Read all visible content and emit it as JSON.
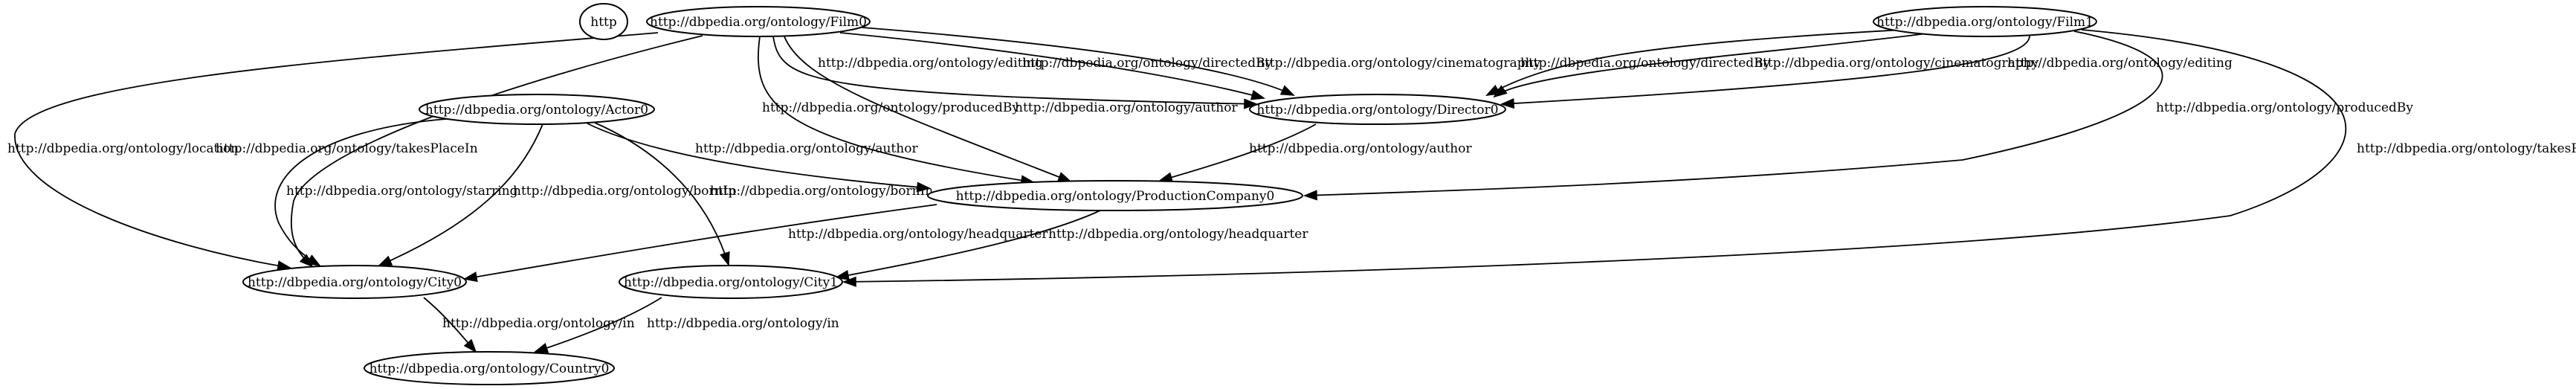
{
  "graph": {
    "nodes": [
      {
        "id": "http",
        "label": "http"
      },
      {
        "id": "film0",
        "label": "http://dbpedia.org/ontology/Film0"
      },
      {
        "id": "film1",
        "label": "http://dbpedia.org/ontology/Film1"
      },
      {
        "id": "actor0",
        "label": "http://dbpedia.org/ontology/Actor0"
      },
      {
        "id": "director0",
        "label": "http://dbpedia.org/ontology/Director0"
      },
      {
        "id": "prodco0",
        "label": "http://dbpedia.org/ontology/ProductionCompany0"
      },
      {
        "id": "city0",
        "label": "http://dbpedia.org/ontology/City0"
      },
      {
        "id": "city1",
        "label": "http://dbpedia.org/ontology/City1"
      },
      {
        "id": "country0",
        "label": "http://dbpedia.org/ontology/Country0"
      }
    ],
    "edges": [
      {
        "from": "film0",
        "to": "city0",
        "label": "http://dbpedia.org/ontology/location"
      },
      {
        "from": "film0",
        "to": "city0",
        "label": "http://dbpedia.org/ontology/takesPlaceIn"
      },
      {
        "from": "film0",
        "to": "director0",
        "label": "http://dbpedia.org/ontology/editing"
      },
      {
        "from": "film0",
        "to": "director0",
        "label": "http://dbpedia.org/ontology/directedBy"
      },
      {
        "from": "film0",
        "to": "director0",
        "label": "http://dbpedia.org/ontology/cinematography"
      },
      {
        "from": "film0",
        "to": "prodco0",
        "label": "http://dbpedia.org/ontology/producedBy"
      },
      {
        "from": "film0",
        "to": "prodco0",
        "label": "http://dbpedia.org/ontology/author"
      },
      {
        "from": "film1",
        "to": "director0",
        "label": "http://dbpedia.org/ontology/directedBy"
      },
      {
        "from": "film1",
        "to": "director0",
        "label": "http://dbpedia.org/ontology/cinematography"
      },
      {
        "from": "film1",
        "to": "director0",
        "label": "http://dbpedia.org/ontology/editing"
      },
      {
        "from": "film1",
        "to": "prodco0",
        "label": "http://dbpedia.org/ontology/producedBy"
      },
      {
        "from": "film1",
        "to": "city1",
        "label": "http://dbpedia.org/ontology/takesPlaceIn"
      },
      {
        "from": "director0",
        "to": "prodco0",
        "label": "http://dbpedia.org/ontology/author"
      },
      {
        "from": "actor0",
        "to": "prodco0",
        "label": "http://dbpedia.org/ontology/author"
      },
      {
        "from": "actor0",
        "to": "city0",
        "label": "http://dbpedia.org/ontology/starring"
      },
      {
        "from": "actor0",
        "to": "city0",
        "label": "http://dbpedia.org/ontology/bornIn"
      },
      {
        "from": "actor0",
        "to": "city1",
        "label": "http://dbpedia.org/ontology/bornIn"
      },
      {
        "from": "prodco0",
        "to": "city0",
        "label": "http://dbpedia.org/ontology/headquarter"
      },
      {
        "from": "prodco0",
        "to": "city1",
        "label": "http://dbpedia.org/ontology/headquarter"
      },
      {
        "from": "city0",
        "to": "country0",
        "label": "http://dbpedia.org/ontology/in"
      },
      {
        "from": "city1",
        "to": "country0",
        "label": "http://dbpedia.org/ontology/in"
      }
    ]
  }
}
